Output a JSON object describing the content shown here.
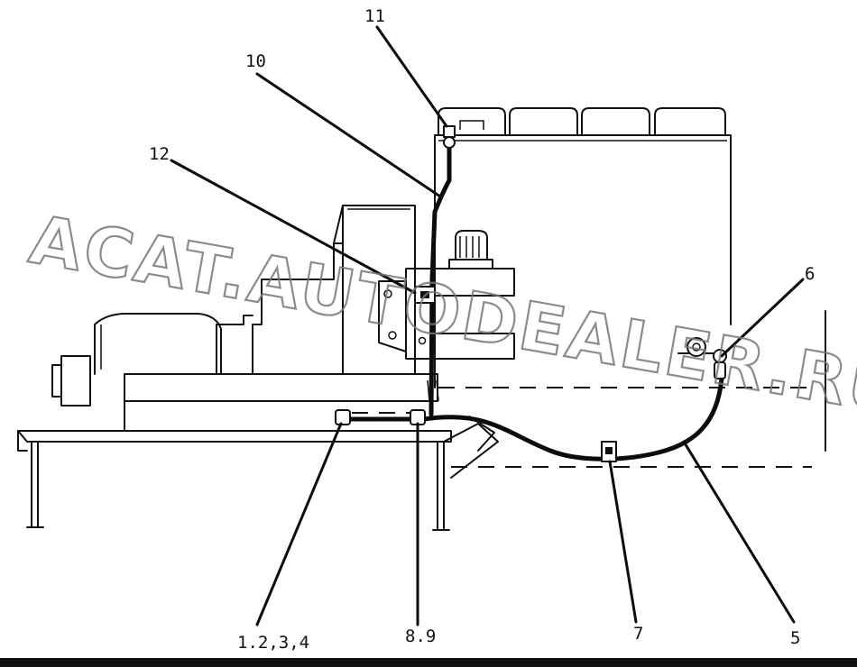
{
  "watermark": "ACAT.AUTODEALER.RU",
  "callouts": {
    "c11": "11",
    "c10": "10",
    "c12": "12",
    "c6": "6",
    "c1234": "1.2,3,4",
    "c89": "8.9",
    "c7": "7",
    "c5": "5"
  }
}
